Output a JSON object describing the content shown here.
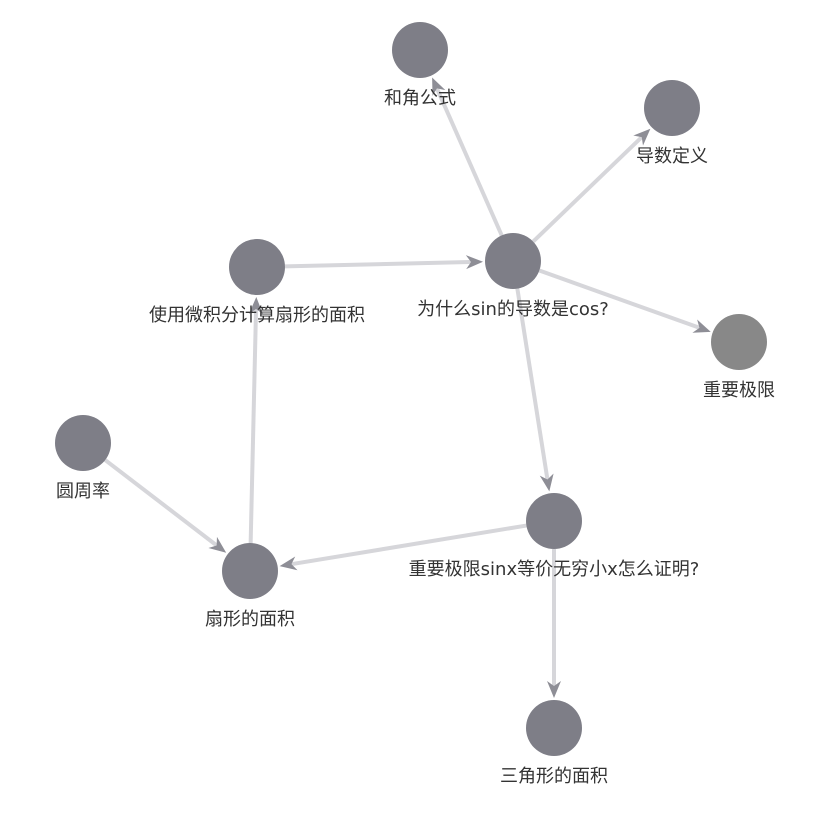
{
  "colors": {
    "node": "#7e7e87",
    "node_alt": "#888888",
    "edge": "#d6d6da",
    "arrow": "#8e8e96",
    "label": "#333333"
  },
  "nodes": [
    {
      "id": "hejiao",
      "label": "和角公式",
      "color": "node"
    },
    {
      "id": "daoshu",
      "label": "导数定义",
      "color": "node"
    },
    {
      "id": "weijifen",
      "label": "使用微积分计算扇形的面积",
      "color": "node"
    },
    {
      "id": "sincos",
      "label": "为什么sin的导数是cos?",
      "color": "node"
    },
    {
      "id": "jixian",
      "label": "重要极限",
      "color": "node_alt"
    },
    {
      "id": "pi",
      "label": "圆周率",
      "color": "node"
    },
    {
      "id": "sinx",
      "label": "重要极限sinx等价无穷小x怎么证明?",
      "color": "node"
    },
    {
      "id": "shanxing",
      "label": "扇形的面积",
      "color": "node"
    },
    {
      "id": "sanjiao",
      "label": "三角形的面积",
      "color": "node"
    }
  ],
  "edges": [
    {
      "from": "sincos",
      "to": "hejiao"
    },
    {
      "from": "sincos",
      "to": "daoshu"
    },
    {
      "from": "sincos",
      "to": "jixian"
    },
    {
      "from": "sincos",
      "to": "sinx"
    },
    {
      "from": "weijifen",
      "to": "sincos"
    },
    {
      "from": "shanxing",
      "to": "weijifen"
    },
    {
      "from": "pi",
      "to": "shanxing"
    },
    {
      "from": "sinx",
      "to": "shanxing"
    },
    {
      "from": "sinx",
      "to": "sanjiao"
    }
  ]
}
